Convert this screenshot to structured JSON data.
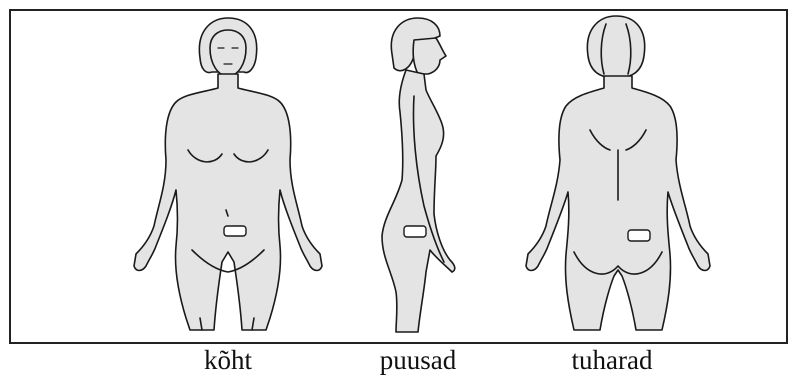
{
  "colors": {
    "skin": "#e4e4e4",
    "outline": "#1a1a1a",
    "patch": "#ffffff",
    "frame": "#222222"
  },
  "labels": {
    "front": "kõht",
    "side": "puusad",
    "back": "tuharad"
  }
}
